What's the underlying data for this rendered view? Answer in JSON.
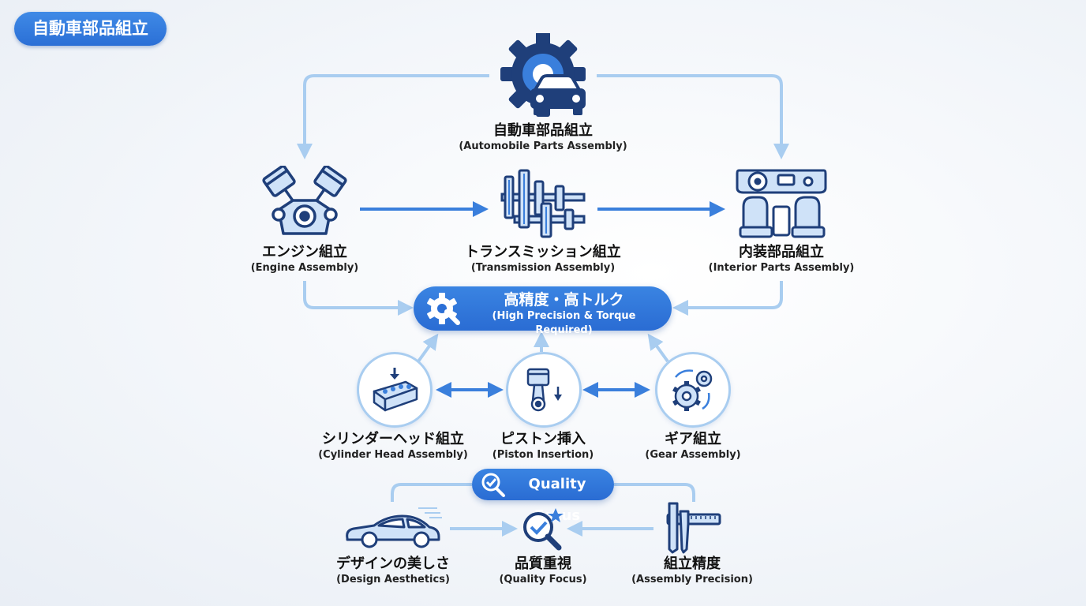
{
  "badge": "自動車部品組立",
  "top": {
    "jp": "自動車部品組立",
    "en": "(Automobile Parts Assembly)"
  },
  "main_nodes": [
    {
      "jp": "エンジン組立",
      "en": "(Engine Assembly)"
    },
    {
      "jp": "トランスミッション組立",
      "en": "(Transmission Assembly)"
    },
    {
      "jp": "内装部品組立",
      "en": "(Interior Parts Assembly)"
    }
  ],
  "requirement": {
    "jp": "高精度・高トルク",
    "en": "(High Precision & Torque Required)"
  },
  "sub_nodes": [
    {
      "jp": "シリンダーヘッド組立",
      "en": "(Cylinder Head Assembly)"
    },
    {
      "jp": "ピストン挿入",
      "en": "(Piston Insertion)"
    },
    {
      "jp": "ギア組立",
      "en": "(Gear Assembly)"
    }
  ],
  "quality_pill": "Quality Focus",
  "quality_nodes": [
    {
      "jp": "デザインの美しさ",
      "en": "(Design Aesthetics)"
    },
    {
      "jp": "品質重視",
      "en": "(Quality Focus)"
    },
    {
      "jp": "組立精度",
      "en": "(Assembly Precision)"
    }
  ],
  "colors": {
    "primary": "#2b6fd6",
    "dark": "#1f3f7a",
    "light": "#a9cdf0",
    "fill": "#cfe2f8"
  }
}
